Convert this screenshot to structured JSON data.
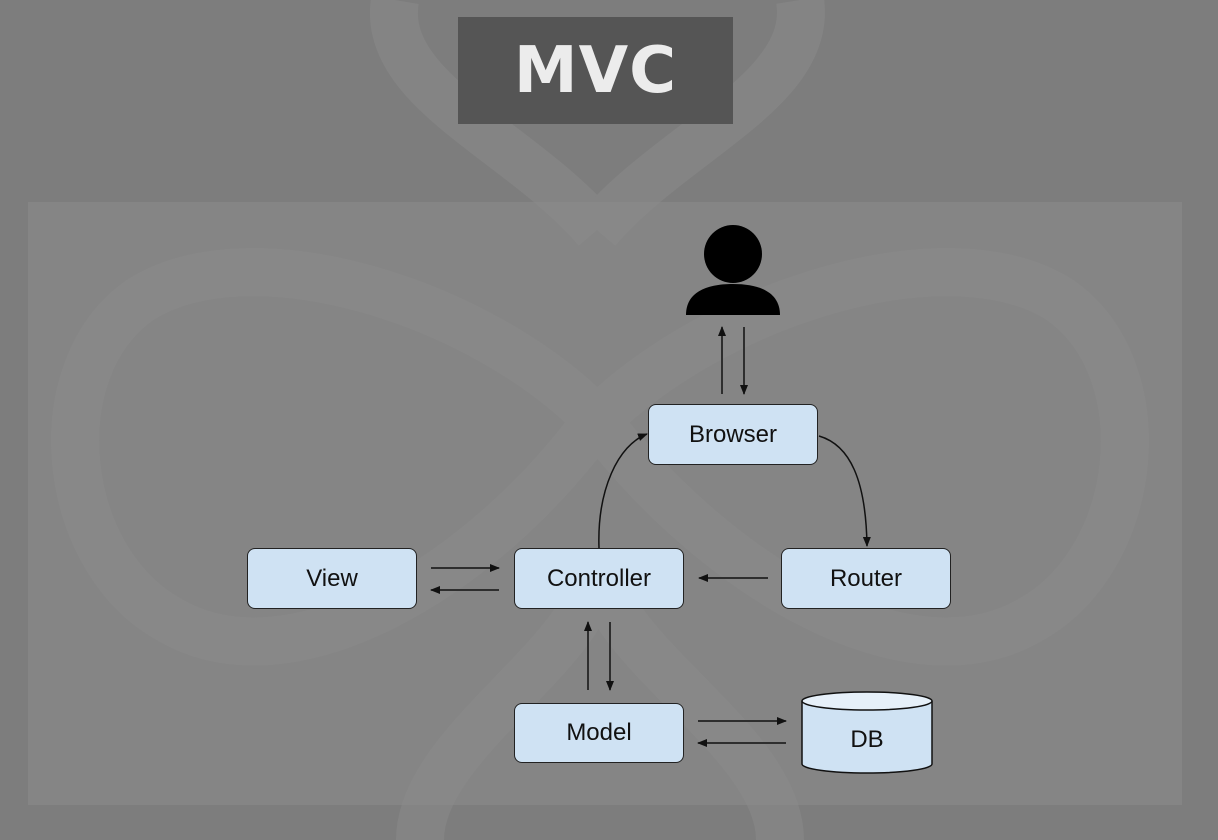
{
  "title": "MVC",
  "nodes": {
    "browser": "Browser",
    "view": "View",
    "controller": "Controller",
    "router": "Router",
    "model": "Model",
    "db": "DB"
  },
  "icons": {
    "user": "user-icon"
  },
  "colors": {
    "background": "#7d7d7d",
    "title_box": "#555555",
    "node_fill": "#cfe2f3",
    "stroke": "#111111"
  }
}
